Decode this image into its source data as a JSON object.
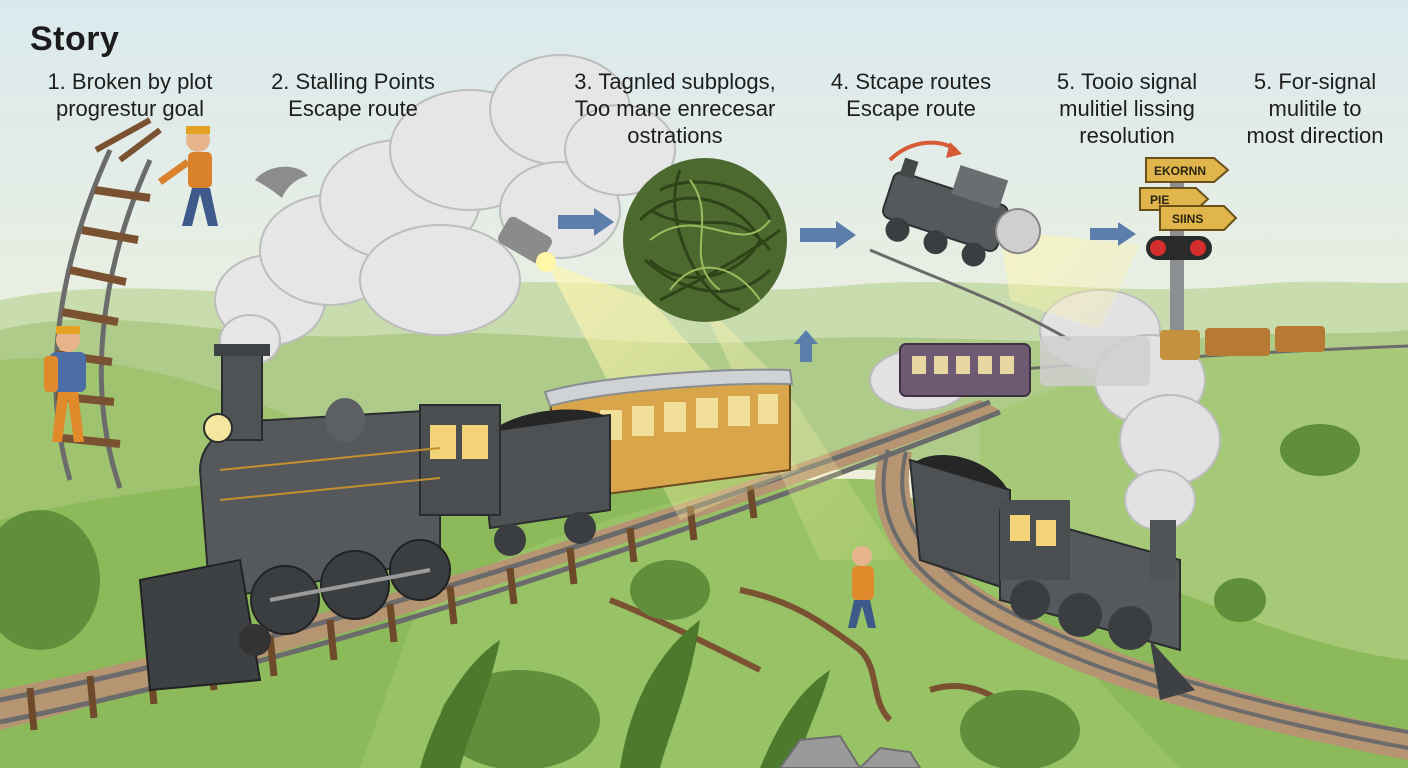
{
  "title": "Story",
  "steps": [
    {
      "lines": [
        "1. Broken by plot",
        "progrestur goal"
      ]
    },
    {
      "lines": [
        "2. Stalling Points",
        "Escape route"
      ]
    },
    {
      "lines": [
        "3. Tagnled subplogs,",
        "Too mane enrecesar",
        "ostrations"
      ]
    },
    {
      "lines": [
        "4. Stcape routes",
        "Escape route"
      ]
    },
    {
      "lines": [
        "5. Tooio signal",
        "mulitiel lissing",
        "resolution"
      ]
    },
    {
      "lines": [
        "5. For-signal",
        "mulitile to",
        "most direction"
      ]
    }
  ],
  "signpost": {
    "signs": [
      "EKORNN",
      "PIE",
      "SIINS"
    ]
  },
  "colors": {
    "sky": "#e8efd9",
    "grass": "#8cb95a",
    "engine": "#55595c",
    "coach": "#d8a54a",
    "smoke": "#e6e6e6",
    "arrow": "#5b7faa",
    "signal": "#d32f2f"
  }
}
